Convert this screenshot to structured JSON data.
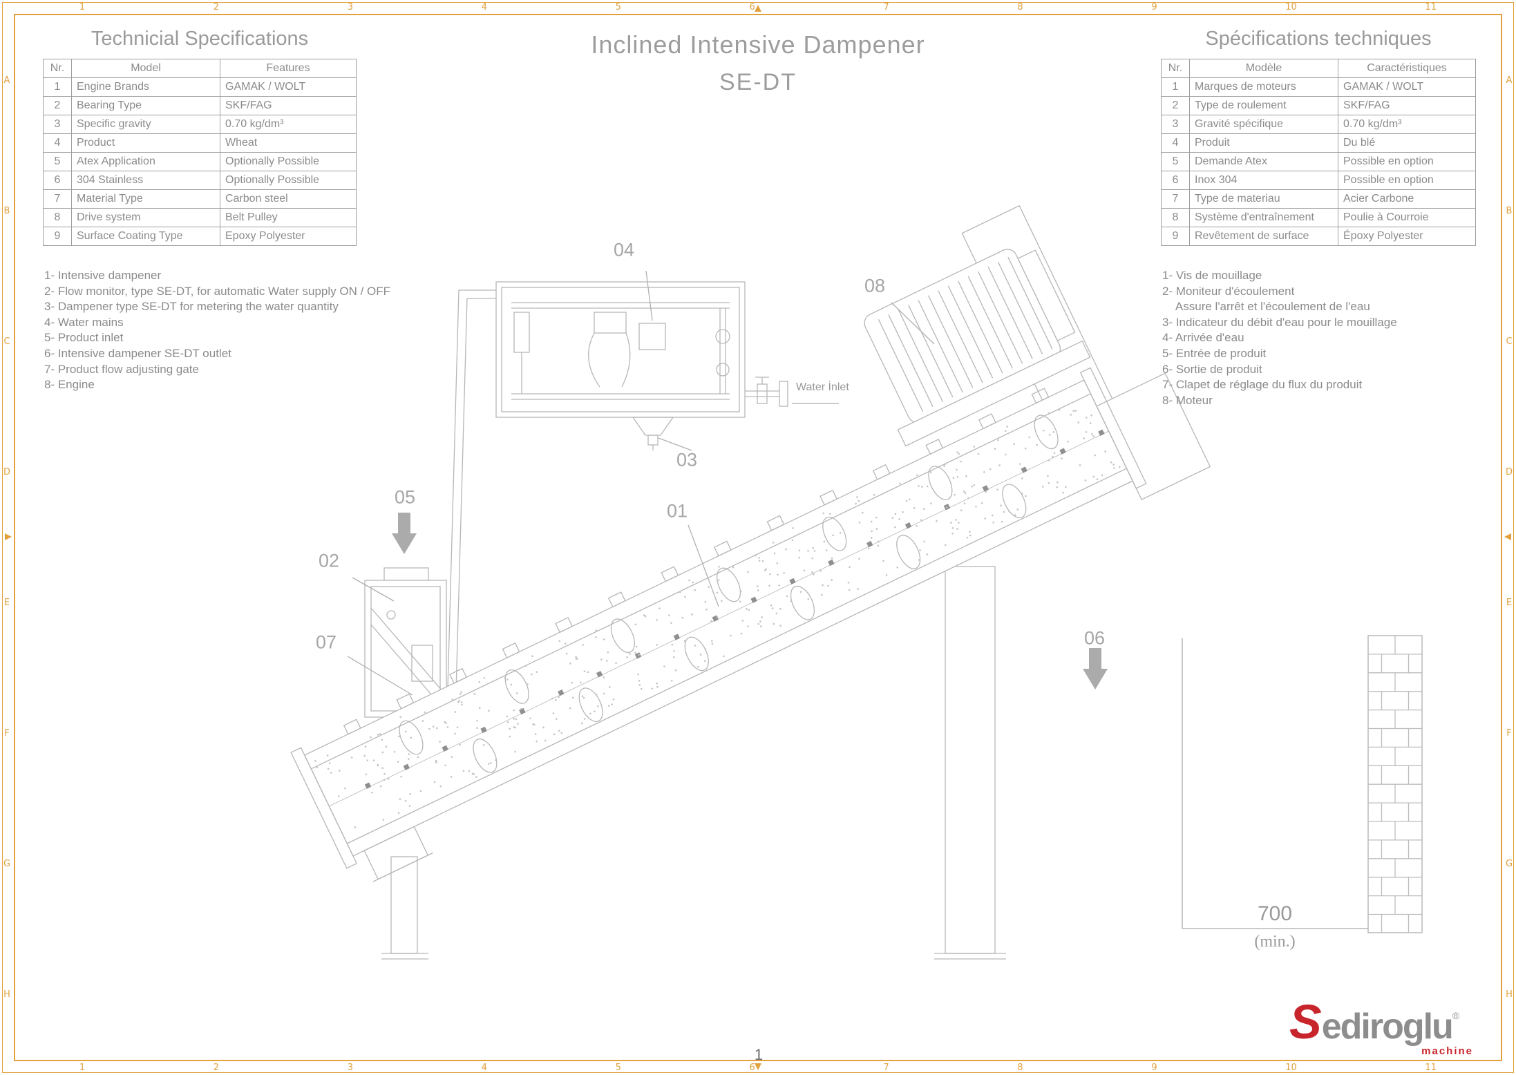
{
  "colors": {
    "accent": "#E2A13D",
    "red": "#C8242B",
    "line": "#b6b6b6"
  },
  "frame": {
    "top_numbers": [
      "1",
      "2",
      "3",
      "4",
      "5",
      "6",
      "7",
      "8",
      "9",
      "10",
      "11"
    ],
    "bottom_numbers": [
      "1",
      "2",
      "3",
      "4",
      "5",
      "6",
      "7",
      "8",
      "9",
      "10",
      "11"
    ],
    "left_letters": [
      "A",
      "B",
      "C",
      "D",
      "E",
      "F",
      "G",
      "H"
    ],
    "right_letters": [
      "A",
      "B",
      "C",
      "D",
      "E",
      "F",
      "G",
      "H"
    ]
  },
  "title": {
    "line1": "Inclined Intensive Dampener",
    "line2": "SE-DT"
  },
  "left_panel": {
    "title": "Technicial Specifications",
    "table": {
      "headers": [
        "Nr.",
        "Model",
        "Features"
      ],
      "rows": [
        [
          "1",
          "Engine Brands",
          "GAMAK / WOLT"
        ],
        [
          "2",
          "Bearing Type",
          "SKF/FAG"
        ],
        [
          "3",
          "Specific gravity",
          "0.70 kg/dm³"
        ],
        [
          "4",
          "Product",
          "Wheat"
        ],
        [
          "5",
          "Atex Application",
          "Optionally Possible"
        ],
        [
          "6",
          "304 Stainless",
          "Optionally Possible"
        ],
        [
          "7",
          "Material Type",
          "Carbon steel"
        ],
        [
          "8",
          "Drive system",
          "Belt Pulley"
        ],
        [
          "9",
          "Surface Coating Type",
          "Epoxy Polyester"
        ]
      ]
    },
    "legend": [
      "1- Intensive dampener",
      "2- Flow monitor, type SE-DT, for automatic Water supply ON / OFF",
      "3- Dampener type SE-DT for metering the water quantity",
      "4- Water mains",
      "5- Product inlet",
      "6- Intensive dampener SE-DT outlet",
      "7- Product flow adjusting gate",
      "8- Engine"
    ]
  },
  "right_panel": {
    "title": "Spécifications techniques",
    "table": {
      "headers": [
        "Nr.",
        "Modèle",
        "Caractéristiques"
      ],
      "rows": [
        [
          "1",
          "Marques de moteurs",
          "GAMAK / WOLT"
        ],
        [
          "2",
          "Type de roulement",
          "SKF/FAG"
        ],
        [
          "3",
          "Gravité spécifique",
          "0.70 kg/dm³"
        ],
        [
          "4",
          "Produit",
          "Du blé"
        ],
        [
          "5",
          "Demande Atex",
          "Possible en option"
        ],
        [
          "6",
          "Inox 304",
          "Possible en option"
        ],
        [
          "7",
          "Type de materiau",
          "Acier Carbone"
        ],
        [
          "8",
          "Système d'entraînement",
          "Poulie à Courroie"
        ],
        [
          "9",
          "Revêtement de surface",
          "Époxy Polyester"
        ]
      ]
    },
    "legend": [
      "1- Vis de mouillage",
      "2- Moniteur d'écoulement",
      "    Assure l'arrêt et l'écoulement de l'eau",
      "3- Indicateur du débit d'eau pour le mouillage",
      "4- Arrivée d'eau",
      "5- Entrée de produit",
      "6- Sortie de produit",
      "7- Clapet de réglage du flux du produit",
      "8- Moteur"
    ]
  },
  "drawing": {
    "callouts": [
      "01",
      "02",
      "03",
      "04",
      "05",
      "06",
      "07",
      "08"
    ],
    "water_inlet_label": "Water İnlet",
    "dimension_value": "700",
    "dimension_unit": "(min.)"
  },
  "footer": {
    "page_number": "1"
  },
  "logo": {
    "s": "S",
    "rest": "ediroglu",
    "reg": "®",
    "sub": "machine"
  }
}
